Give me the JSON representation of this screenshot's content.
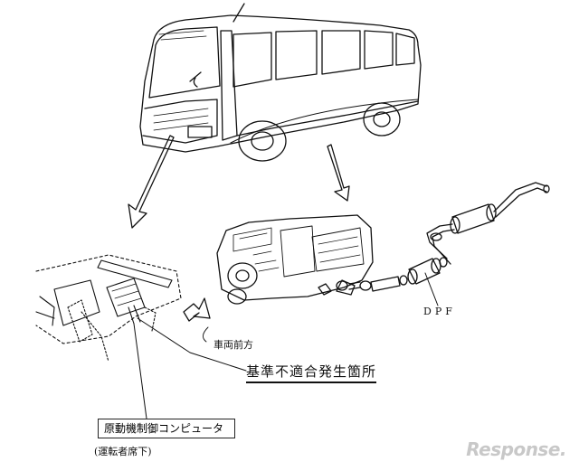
{
  "labels": {
    "forward": "車両前方",
    "nonconformity": "基準不適合発生箇所",
    "dpf": "DPF",
    "ecu": "原動機制御コンピュータ",
    "under_seat": "(運転者席下)"
  },
  "logo": "Response.",
  "colors": {
    "line": "#111111",
    "logo": "#c8c8c8"
  }
}
